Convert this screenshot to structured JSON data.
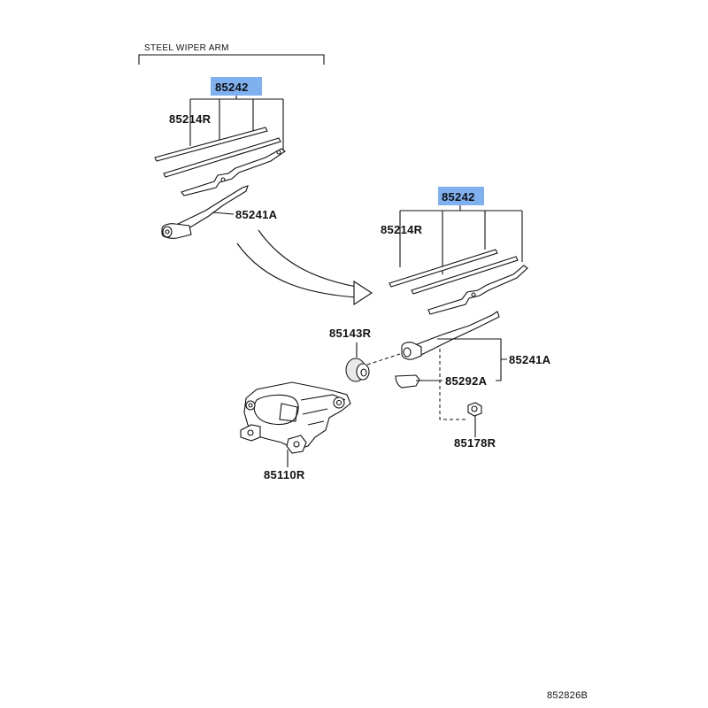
{
  "header": {
    "steel_arm_title": "STEEL WIPER ARM"
  },
  "callouts": {
    "blade_assy_upper": "85242",
    "refill_upper": "85214R",
    "arm_upper": "85241A",
    "blade_assy_lower": "85242",
    "refill_lower": "85214R",
    "cap": "85143R",
    "arm_lower": "85241A",
    "arm_head_cap": "85292A",
    "nut": "85178R",
    "motor": "85110R"
  },
  "footer": {
    "diagram_code": "852826B"
  },
  "colors": {
    "highlight": "#7fb0f0",
    "line": "#111111"
  }
}
